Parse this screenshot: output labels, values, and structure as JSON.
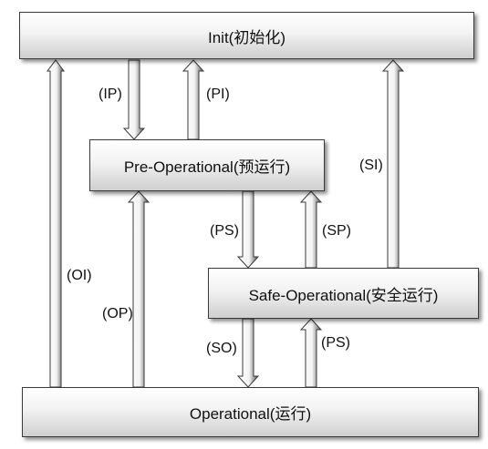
{
  "states": {
    "init": "Init(初始化)",
    "preop": "Pre-Operational(预运行)",
    "safeop": "Safe-Operational(安全运行)",
    "op": "Operational(运行)"
  },
  "transitions": {
    "ip": "(IP)",
    "pi": "(PI)",
    "si": "(SI)",
    "ps_down": "(PS)",
    "sp": "(SP)",
    "oi": "(OI)",
    "op": "(OP)",
    "so": "(SO)",
    "ps_up": "(PS)"
  }
}
